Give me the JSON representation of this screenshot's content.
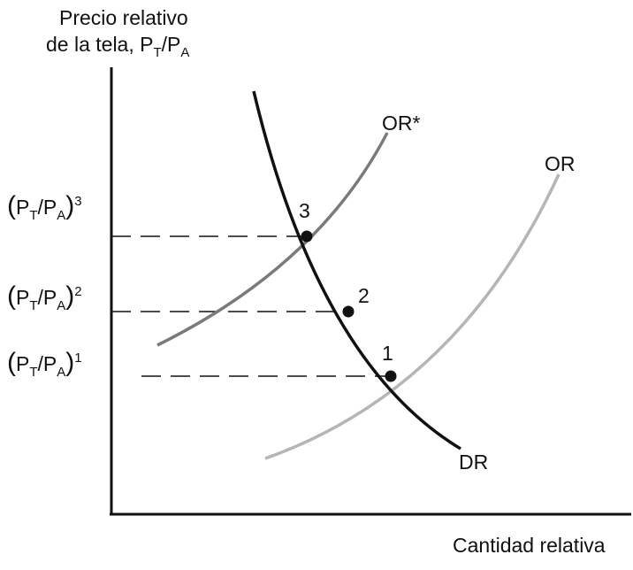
{
  "axes": {
    "y_title_line1": "Precio relativo",
    "y_title_line2": "de la tela, P",
    "y_title_sub1": "T",
    "y_title_slash": "/P",
    "y_title_sub2": "A",
    "x_title_line1": "Cantidad relativa"
  },
  "price_levels": [
    {
      "p": "P",
      "t": "T",
      "slash": "/P",
      "a": "A",
      "exp": "3"
    },
    {
      "p": "P",
      "t": "T",
      "slash": "/P",
      "a": "A",
      "exp": "2"
    },
    {
      "p": "P",
      "t": "T",
      "slash": "/P",
      "a": "A",
      "exp": "1"
    }
  ],
  "curves": {
    "or_star": "OR*",
    "or": "OR",
    "dr": "DR"
  },
  "points": [
    "1",
    "2",
    "3"
  ],
  "colors": {
    "dr": "#111111",
    "or_star": "#7a7a7a",
    "or": "#b5b5b5",
    "axis": "#111111",
    "dash": "#111111"
  }
}
